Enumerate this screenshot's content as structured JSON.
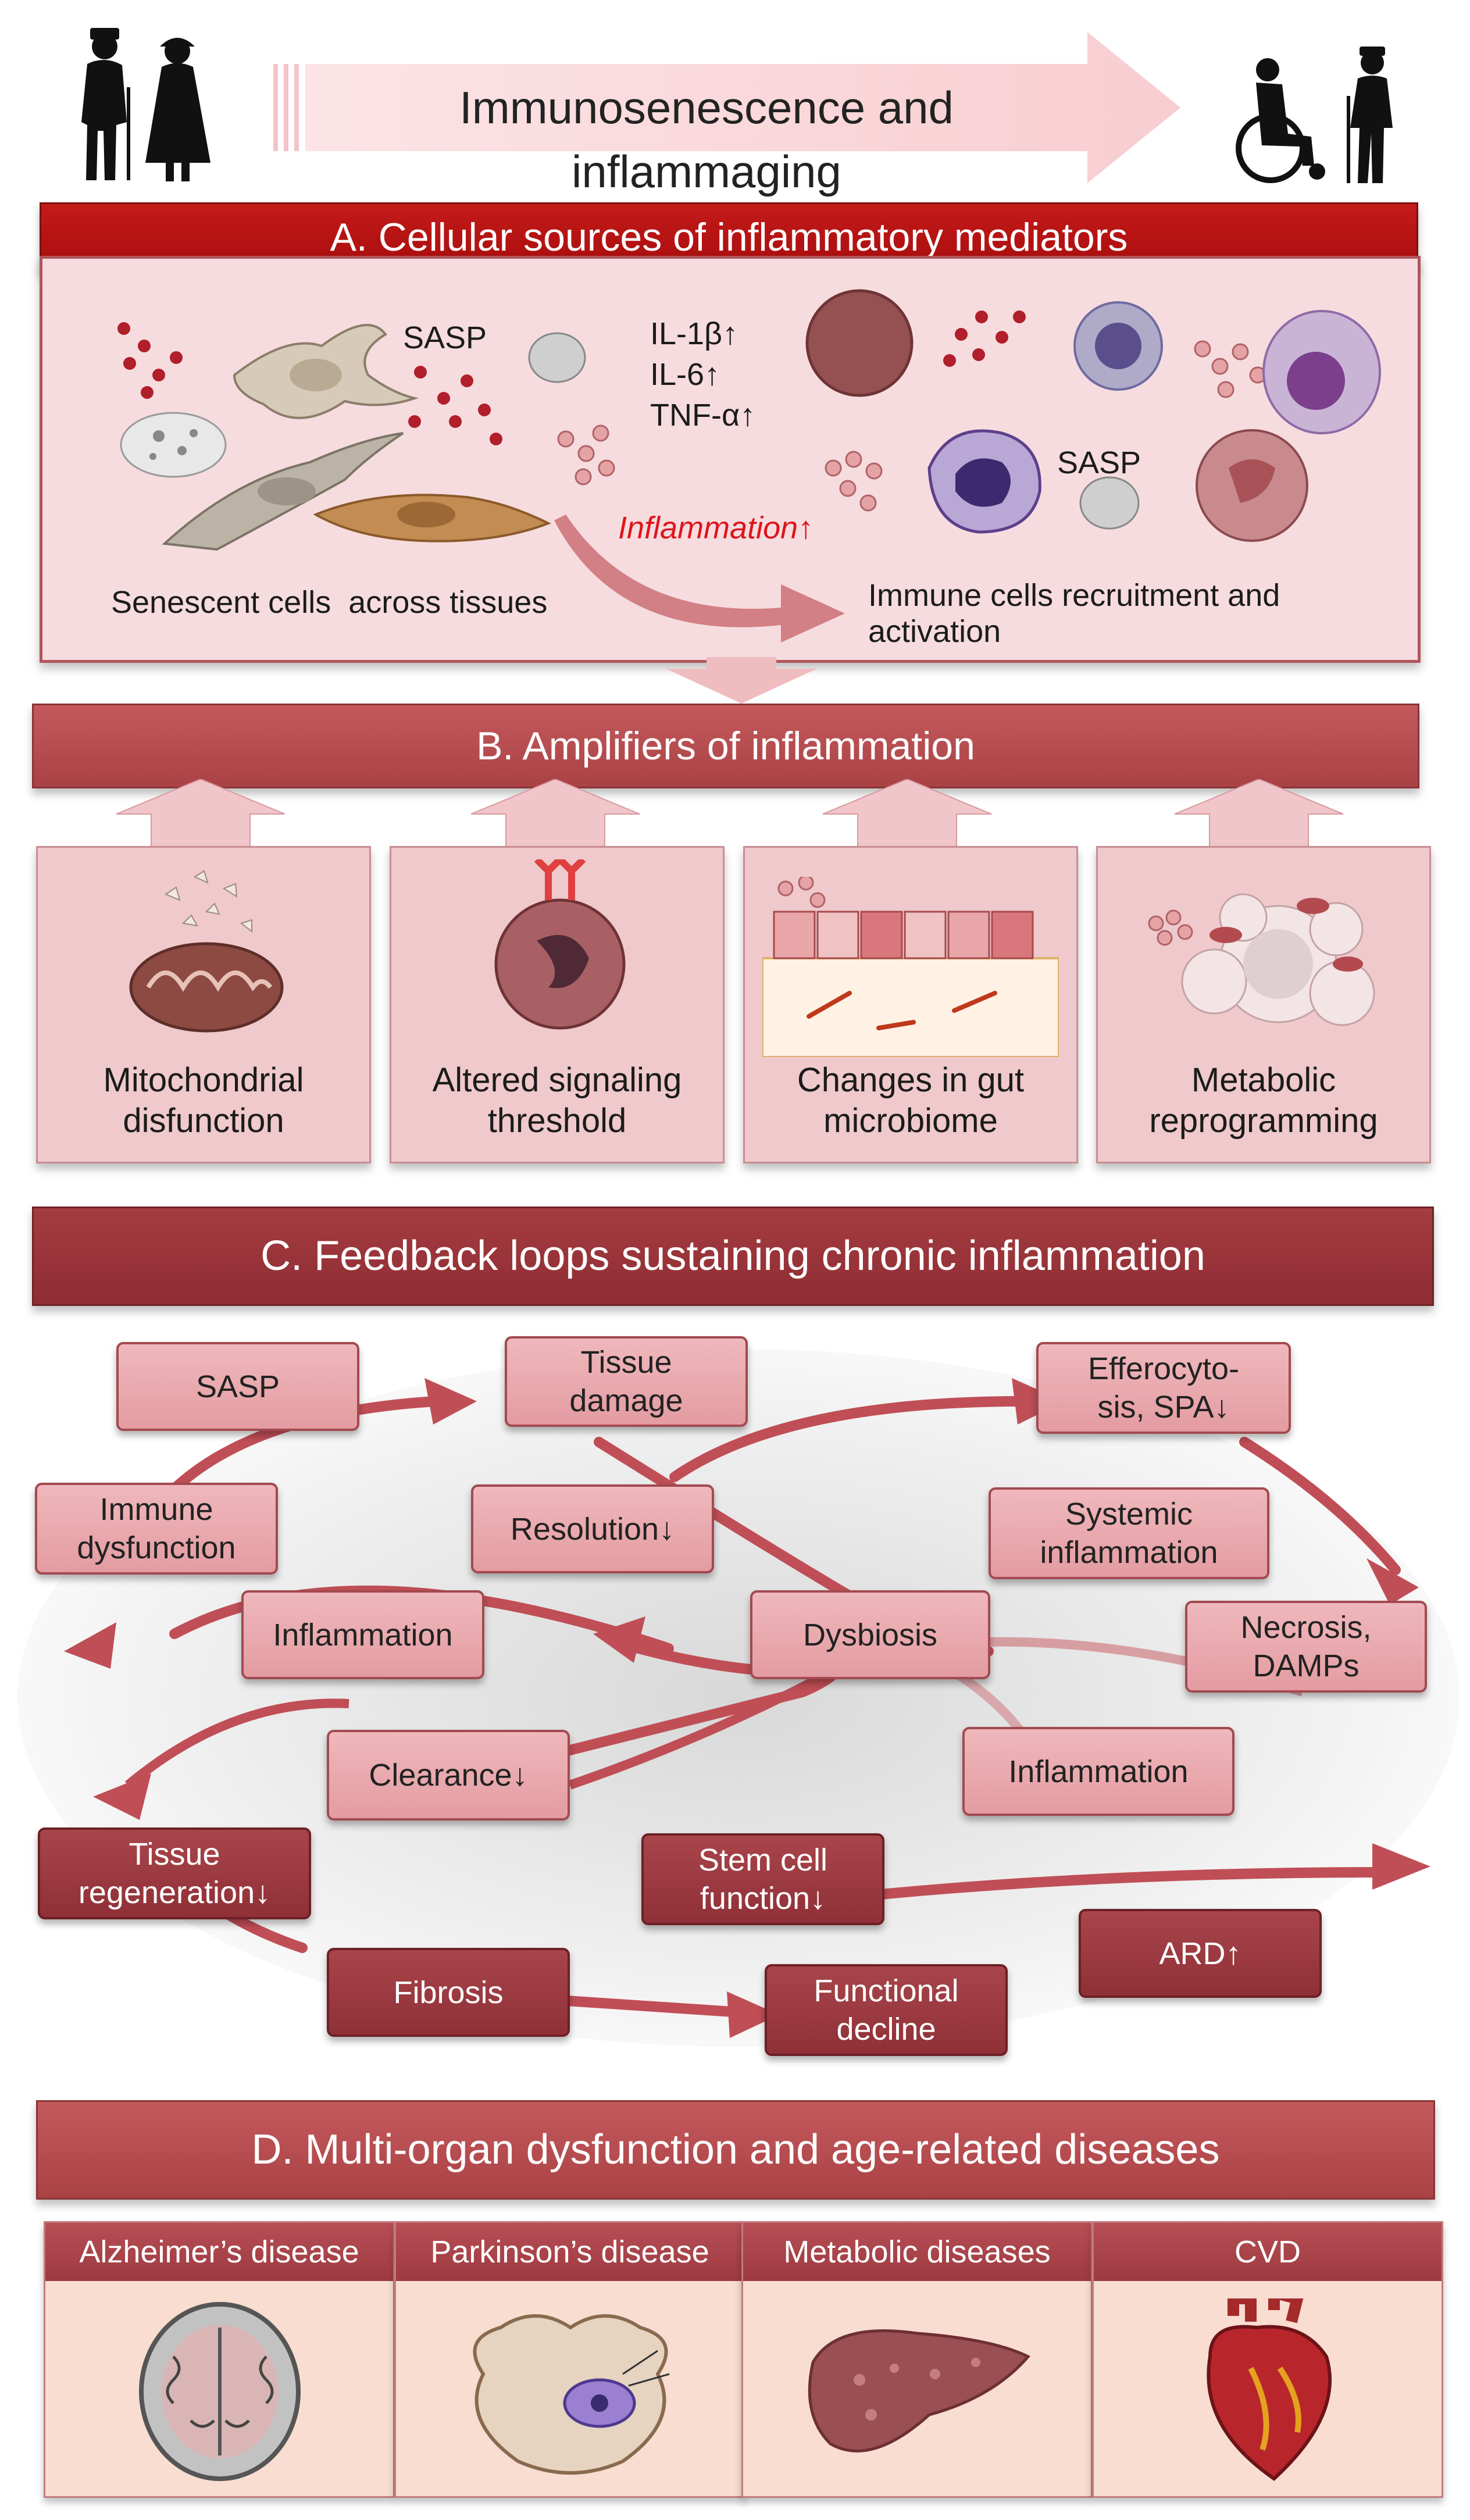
{
  "title": "Immunosenescence and inflammaging",
  "sections": {
    "a": {
      "header": "A. Cellular sources of inflammatory mediators",
      "labels": {
        "sasp1": "SASP",
        "sasp2": "SASP",
        "il1b": "IL-1β↑",
        "il6": "IL-6↑",
        "tnfa": "TNF-α↑",
        "inflammation": "Inflammation↑",
        "senescent": "Senescent cells  across tissues",
        "immune": "Immune cells recruitment and activation"
      }
    },
    "b": {
      "header": "B. Amplifiers of inflammation",
      "items": [
        {
          "line1": "Mitochondrial",
          "line2": "disfunction"
        },
        {
          "line1": "Altered signaling",
          "line2": "threshold"
        },
        {
          "line1": "Changes in gut",
          "line2": "microbiome"
        },
        {
          "line1": "Metabolic",
          "line2": "reprogramming"
        }
      ]
    },
    "c": {
      "header": "C. Feedback loops sustaining chronic inflammation",
      "nodes": {
        "sasp": "SASP",
        "tissue_damage_1": "Tissue",
        "tissue_damage_2": "damage",
        "efferocytosis_1": "Efferocyto-",
        "efferocytosis_2": "sis, SPA↓",
        "immune_dys_1": "Immune",
        "immune_dys_2": "dysfunction",
        "resolution": "Resolution↓",
        "systemic_1": "Systemic",
        "systemic_2": "inflammation",
        "inflammation_left": "Inflammation",
        "dysbiosis": "Dysbiosis",
        "necrosis_1": "Necrosis,",
        "necrosis_2": "DAMPs",
        "clearance": "Clearance↓",
        "inflammation_right": "Inflammation",
        "tissue_regen_1": "Tissue",
        "tissue_regen_2": "regeneration↓",
        "stem_cell_1": "Stem cell",
        "stem_cell_2": "function↓",
        "fibrosis": "Fibrosis",
        "functional_1": "Functional",
        "functional_2": "decline",
        "ard": "ARD↑"
      }
    },
    "d": {
      "header": "D. Multi-organ dysfunction and age-related diseases",
      "diseases": [
        "Alzheimer’s disease",
        "Parkinson’s disease",
        "Metabolic diseases",
        "CVD"
      ]
    }
  },
  "colors": {
    "header_a": "#b5141a",
    "header_b": "#b64e52",
    "header_c": "#993439",
    "panel_a_bg": "#f6dcdf",
    "loop_box": "#e9a9ad",
    "loop_dark": "#983840",
    "arrow": "#c04e56"
  },
  "icons": [
    "elderly-couple-silhouette",
    "wheelchair-elderly-silhouette",
    "senescent-cells",
    "immune-cells",
    "mitochondrion",
    "neutrophil-cell",
    "gut-epithelium",
    "adipocyte",
    "brain",
    "midbrain",
    "liver",
    "heart"
  ]
}
